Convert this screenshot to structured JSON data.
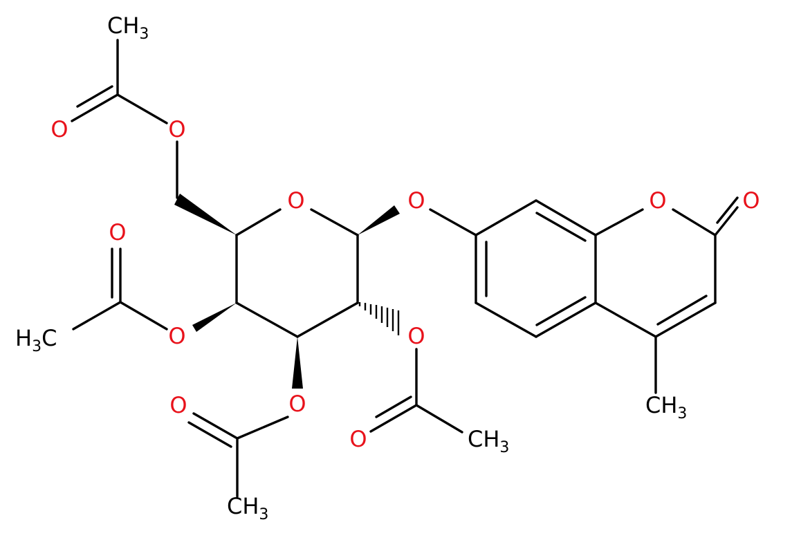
{
  "molecule": {
    "oxygen_label": "O",
    "methyl_right": {
      "main": "CH",
      "sub": "3"
    },
    "methyl_left": {
      "sub": "3",
      "tail": "C",
      "head": "H"
    },
    "colors": {
      "bond": "#000000",
      "oxygen": "#e8121b",
      "carbon": "#000000",
      "background": "#ffffff"
    }
  }
}
